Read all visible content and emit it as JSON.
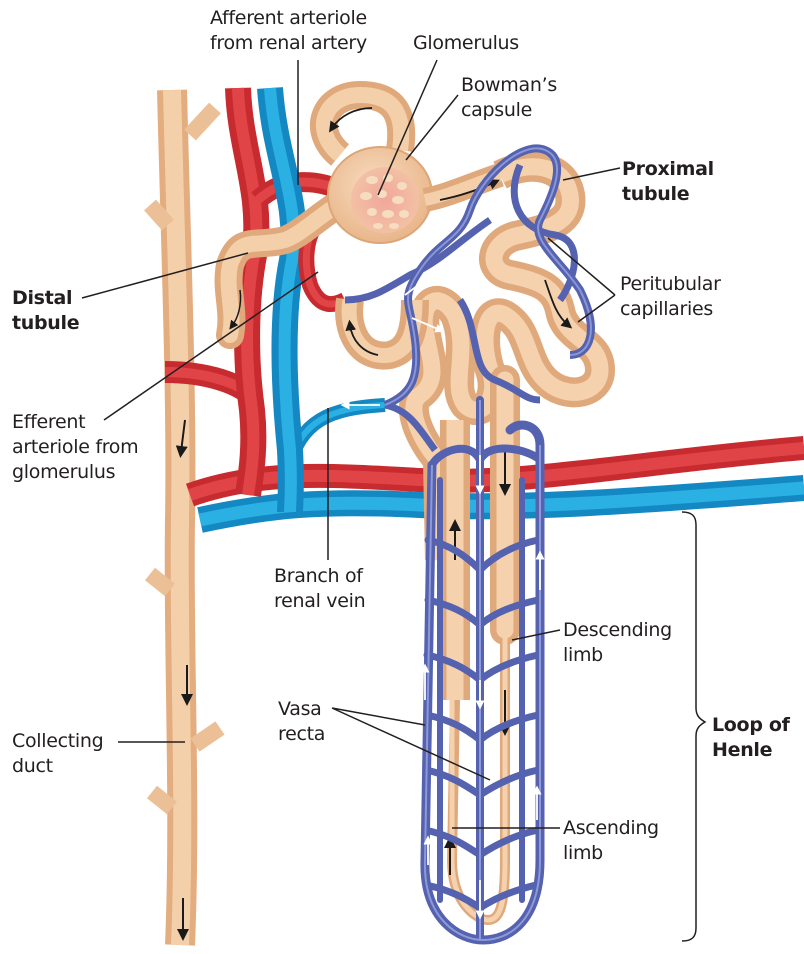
{
  "figure": {
    "subject": "Nephron structure with associated blood vessels",
    "colors": {
      "tubule": "#f1c79b",
      "tubule_shade": "#d9a577",
      "artery": "#d9373a",
      "vein": "#1ea3d8",
      "capillary": "#5d6bb8",
      "flow_arrow_dark": "#1a1a1a",
      "flow_arrow_light": "#ffffff",
      "label_text": "#231f20"
    }
  },
  "labels": {
    "afferent_arteriole": [
      "Afferent arteriole",
      "from renal artery"
    ],
    "glomerulus": [
      "Glomerulus"
    ],
    "bowmans_capsule": [
      "Bowman’s",
      "capsule"
    ],
    "proximal_tubule": [
      "Proximal",
      "tubule"
    ],
    "peritubular_capillaries": [
      "Peritubular",
      "capillaries"
    ],
    "distal_tubule": [
      "Distal",
      "tubule"
    ],
    "efferent_arteriole": [
      "Efferent",
      "arteriole from",
      "glomerulus"
    ],
    "branch_renal_vein": [
      "Branch of",
      "renal vein"
    ],
    "descending_limb": [
      "Descending",
      "limb"
    ],
    "vasa_recta": [
      "Vasa",
      "recta"
    ],
    "loop_of_henle": [
      "Loop of",
      "Henle"
    ],
    "collecting_duct": [
      "Collecting",
      "duct"
    ],
    "ascending_limb": [
      "Ascending",
      "limb"
    ]
  }
}
